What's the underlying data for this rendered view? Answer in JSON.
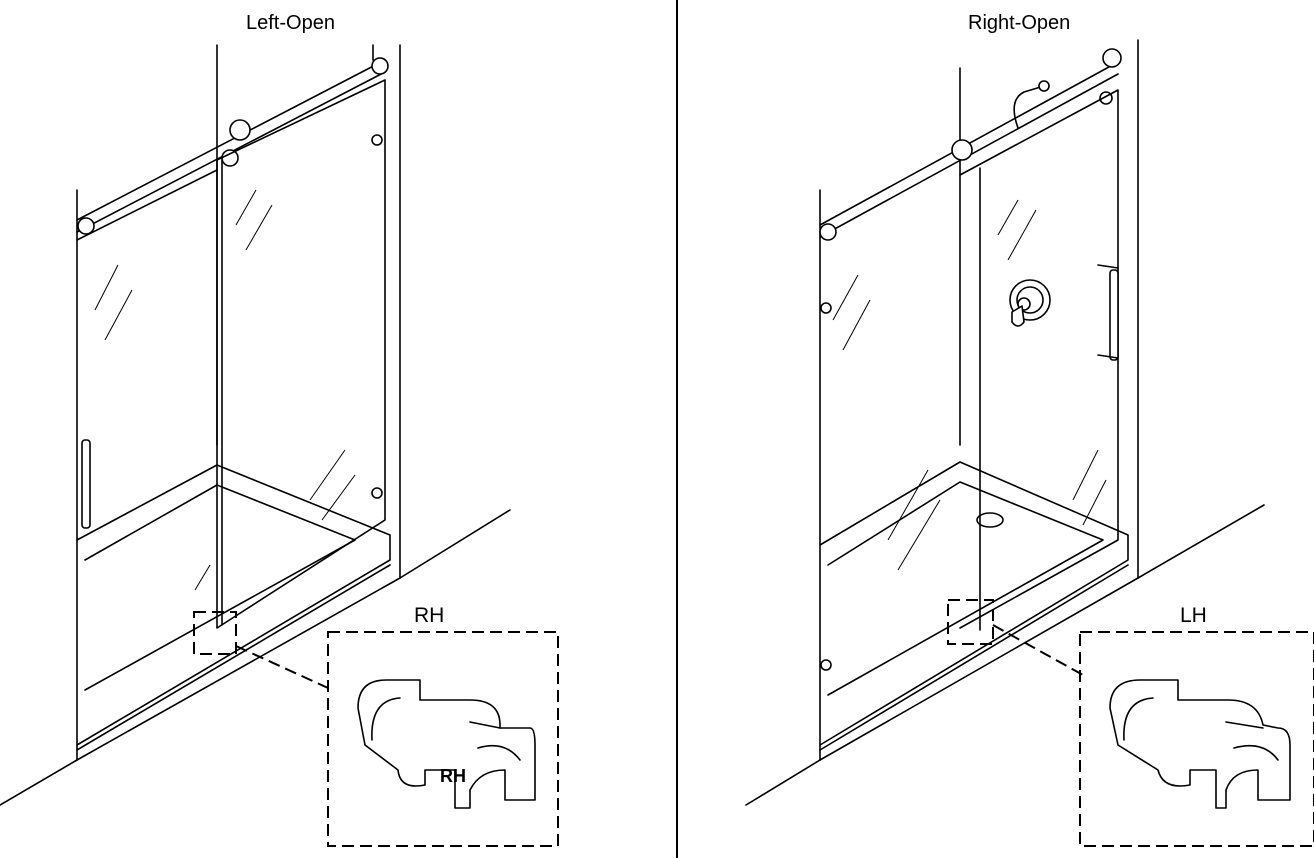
{
  "left": {
    "title": "Left-Open",
    "detail_label": "RH",
    "guide_marking": "RH"
  },
  "right": {
    "title": "Right-Open",
    "detail_label": "LH"
  }
}
